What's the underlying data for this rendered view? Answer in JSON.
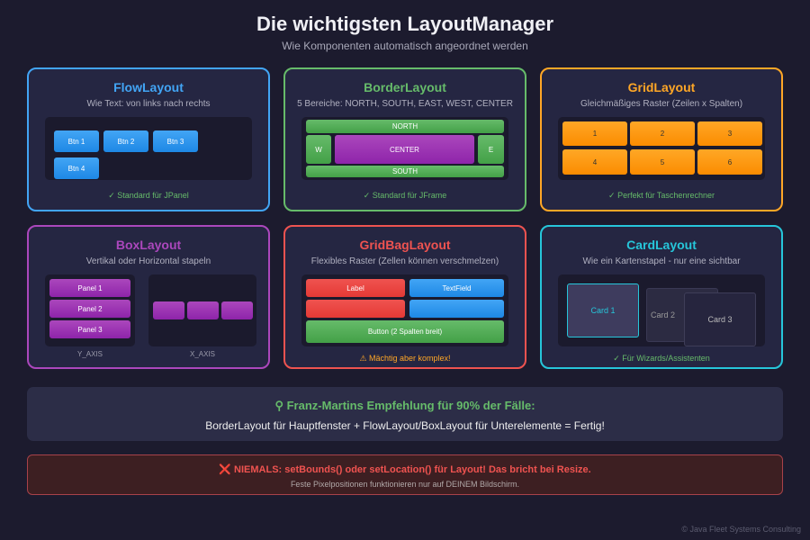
{
  "header": {
    "title": "Die wichtigsten LayoutManager",
    "subtitle": "Wie Komponenten automatisch angeordnet werden"
  },
  "flow": {
    "title": "FlowLayout",
    "desc": "Wie Text: von links nach rechts",
    "buttons": [
      "Btn 1",
      "Btn 2",
      "Btn 3",
      "Btn 4"
    ],
    "footer": "✓ Standard für JPanel"
  },
  "border": {
    "title": "BorderLayout",
    "desc": "5 Bereiche: NORTH, SOUTH, EAST, WEST, CENTER",
    "north": "NORTH",
    "west": "W",
    "center": "CENTER",
    "east": "E",
    "south": "SOUTH",
    "footer": "✓ Standard für JFrame"
  },
  "grid": {
    "title": "GridLayout",
    "desc": "Gleichmäßiges Raster (Zeilen x Spalten)",
    "cells": [
      "1",
      "2",
      "3",
      "4",
      "5",
      "6"
    ],
    "footer": "✓ Perfekt für Taschenrechner"
  },
  "box": {
    "title": "BoxLayout",
    "desc": "Vertikal oder Horizontal stapeln",
    "panels": [
      "Panel 1",
      "Panel 2",
      "Panel 3"
    ],
    "y_label": "Y_AXIS",
    "x_label": "X_AXIS"
  },
  "gridbag": {
    "title": "GridBagLayout",
    "desc": "Flexibles Raster (Zellen können verschmelzen)",
    "label": "Label",
    "textfield": "TextField",
    "button": "Button (2 Spalten breit)",
    "footer": "⚠ Mächtig aber komplex!"
  },
  "cardlayout": {
    "title": "CardLayout",
    "desc": "Wie ein Kartenstapel - nur eine sichtbar",
    "cards": [
      "Card 1",
      "Card 2",
      "Card 3"
    ],
    "footer": "✓ Für Wizards/Assistenten"
  },
  "recommendation": {
    "title": "Franz-Martins Empfehlung für 90% der Fälle:",
    "text": "BorderLayout für Hauptfenster + FlowLayout/BoxLayout für Unterelemente = Fertig!"
  },
  "warning": {
    "title": "NIEMALS: setBounds() oder setLocation() für Layout! Das bricht bei Resize.",
    "text": "Feste Pixelpositionen funktionieren nur auf DEINEM Bildschirm."
  },
  "copyright": "© Java Fleet Systems Consulting",
  "colors": {
    "flow": "#42a5f5",
    "border": "#66bb6a",
    "grid": "#ffa726",
    "box": "#ab47bc",
    "gridbag": "#ef5350",
    "card": "#26c6da"
  }
}
